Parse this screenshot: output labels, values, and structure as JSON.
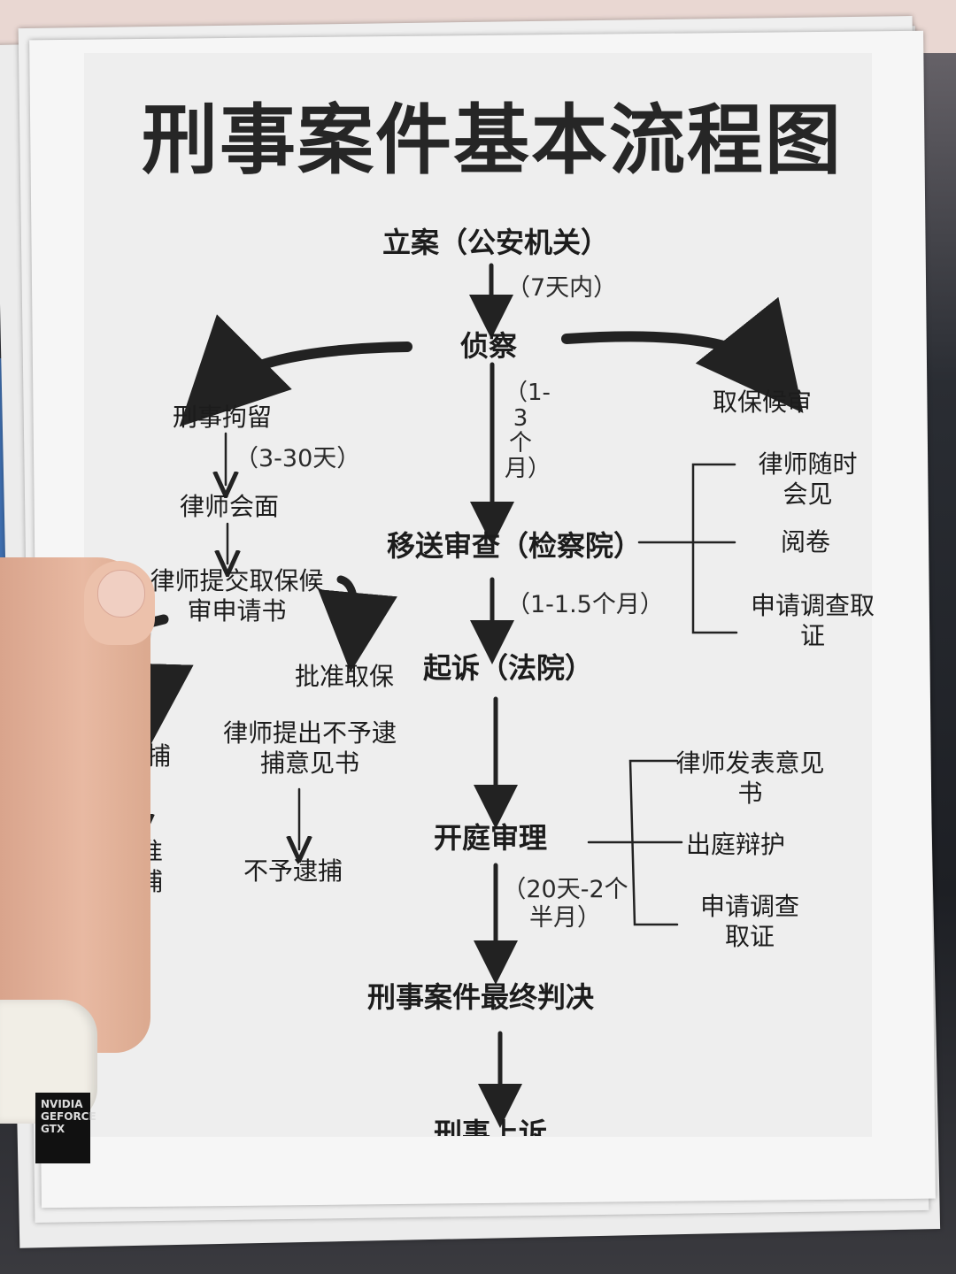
{
  "title": "刑事案件基本流程图",
  "nodes": {
    "filing": "立案（公安机关）",
    "investigation": "侦察",
    "detention": "刑事拘留",
    "lawyer_meeting": "律师会面",
    "bail_application": "律师提交取保候审申请书",
    "bail_approved": "批准取保",
    "bail": "取保候审",
    "review": "移送审查（检察院）",
    "prosecution": "起诉（法院）",
    "arrest": "逮捕",
    "arrest_approved": "批准逮捕",
    "non_arrest_opinion": "律师提出不予逮捕意见书",
    "no_arrest": "不予逮捕",
    "trial": "开庭审理",
    "final_judgment": "刑事案件最终判决",
    "appeal": "刑事上诉"
  },
  "durations": {
    "filing_to_investigation": "（7天内）",
    "investigation_to_review": "（1-3个月）",
    "detention_to_meeting": "（3-30天）",
    "review_to_prosecution": "（1-1.5个月）",
    "trial_to_judgment": "（20天-2个半月）"
  },
  "review_branches": [
    "律师随时会见",
    "阅卷",
    "申请调查取证"
  ],
  "trial_branches": [
    "律师发表意见书",
    "出庭辩护",
    "申请调查取证"
  ],
  "gpu_label": "NVIDIA GEFORCE GTX"
}
